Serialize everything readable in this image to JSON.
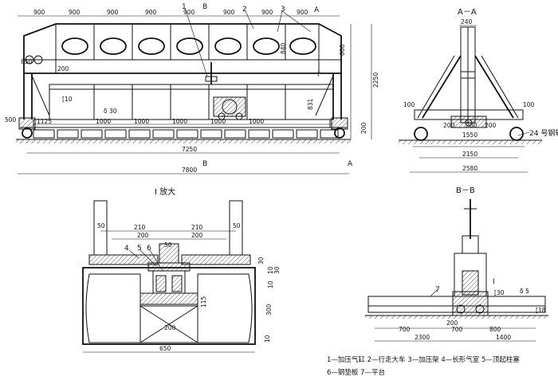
{
  "front_view": {
    "top_dims": [
      "900",
      "900",
      "900",
      "900",
      "900",
      "900",
      "900",
      "900"
    ],
    "left_dim": "850",
    "dims_right": [
      "660",
      "2250",
      "840",
      "831",
      "200"
    ],
    "dims_inner": [
      "200",
      "[10",
      "δ 30",
      "1125",
      "1000",
      "1000",
      "1000",
      "1000",
      "1000"
    ],
    "dims_bottom": [
      "500",
      "7250",
      "7800"
    ],
    "callouts": [
      "1",
      "2",
      "3"
    ],
    "section_labels": {
      "b_top": "B",
      "a_top": "A",
      "b_bottom": "B",
      "a_bottom": "A",
      "roman": "I"
    }
  },
  "side_view": {
    "title": "A－A",
    "dims": [
      "240",
      "100",
      "100",
      "200",
      "200",
      "200",
      "1550",
      "2150",
      "2580"
    ],
    "rail_note": "24 号钢轨"
  },
  "detail_view": {
    "title": "I 放大",
    "callouts": [
      "4",
      "5",
      "6"
    ],
    "dims": [
      "50",
      "50",
      "210",
      "210",
      "200",
      "200",
      "50",
      "30",
      "10",
      "30",
      "10",
      "115",
      "300",
      "10",
      "200",
      "650"
    ]
  },
  "section_b": {
    "title": "B－B",
    "callouts": [
      "7",
      "I",
      "[30",
      "δ 5",
      "[18"
    ],
    "dims": [
      "200",
      "700",
      "700",
      "800",
      "2300",
      "1400"
    ]
  },
  "legend": {
    "line1": "1—加压气缸   2—行走大车   3—加压架   4—长形气室   5—顶起柱塞",
    "line2": "6—钢垫板   7—平台"
  }
}
